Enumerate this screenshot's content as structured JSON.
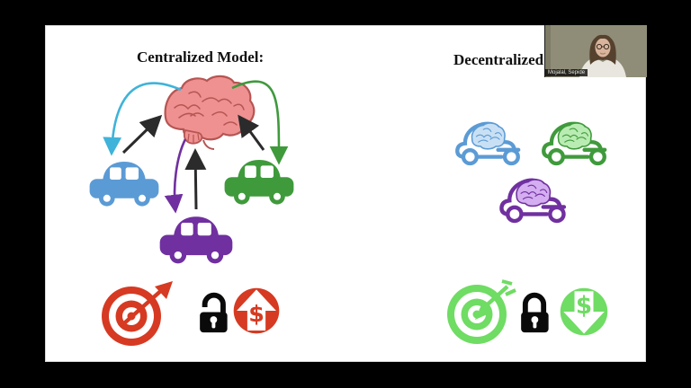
{
  "titles": {
    "centralized": "Centralized Model:",
    "decentralized": "Decentralized"
  },
  "webcam": {
    "name_label": "Mojalal, Sepide"
  },
  "diagram": {
    "centralized": {
      "nodes": [
        "central-brain",
        "blue-car",
        "green-car",
        "purple-car"
      ],
      "upload_arrows_color": "#2b2b2b",
      "download_arrow_colors": {
        "blue": "#3fb3d9",
        "green": "#3f9a3c",
        "purple": "#7030a0"
      }
    },
    "decentralized": {
      "nodes": [
        "blue-car-with-brain",
        "green-car-with-brain",
        "purple-car-with-brain"
      ]
    }
  },
  "icons": {
    "left": [
      {
        "name": "target-missed-icon",
        "color": "#d63a22"
      },
      {
        "name": "unlocked-padlock-icon",
        "color": "#0a0a0a"
      },
      {
        "name": "cost-up-icon",
        "color": "#d63a22",
        "symbol": "$"
      }
    ],
    "right": [
      {
        "name": "target-hit-icon",
        "color": "#6fdc63"
      },
      {
        "name": "locked-padlock-icon",
        "color": "#0a0a0a"
      },
      {
        "name": "cost-down-icon",
        "color": "#6fdc63",
        "symbol": "$"
      }
    ]
  },
  "colors": {
    "letterbox": "#000000",
    "slide_background": "#ffffff",
    "car_blue": "#5b9bd5",
    "car_green": "#3f9a3c",
    "car_purple": "#7030a0",
    "brain_fill": "#ef9191",
    "brain_stroke": "#b65552",
    "brain_blue_fill": "#c9e0f4",
    "brain_green_fill": "#b9ecb2",
    "brain_purple_fill": "#d4aef0",
    "icon_red": "#d63a22",
    "icon_green": "#6fdc63",
    "webcam_wall": "#8f8c78"
  }
}
